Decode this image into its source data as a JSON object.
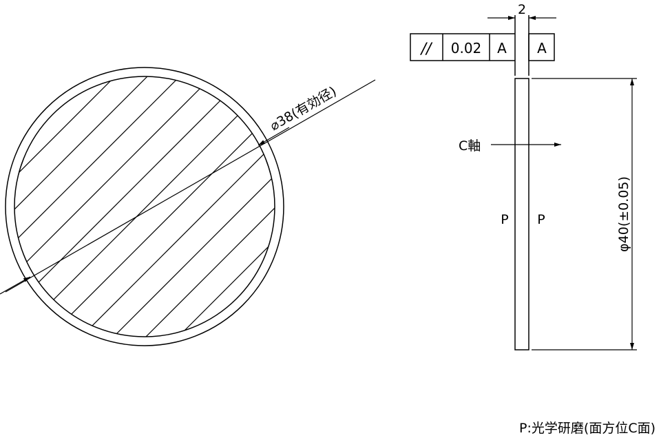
{
  "front_view": {
    "effective_diameter_label": "⌀38(有効径)"
  },
  "side_view": {
    "thickness_label": "2",
    "tolerance_frame": {
      "symbol": "//",
      "value": "0.02",
      "datum": "A"
    },
    "datum_label": "A",
    "axis_label": "C軸",
    "surface_left": "P",
    "surface_right": "P",
    "diameter_label": "φ40(±0.05)"
  },
  "note": "P:光学研磨(面方位C面)"
}
